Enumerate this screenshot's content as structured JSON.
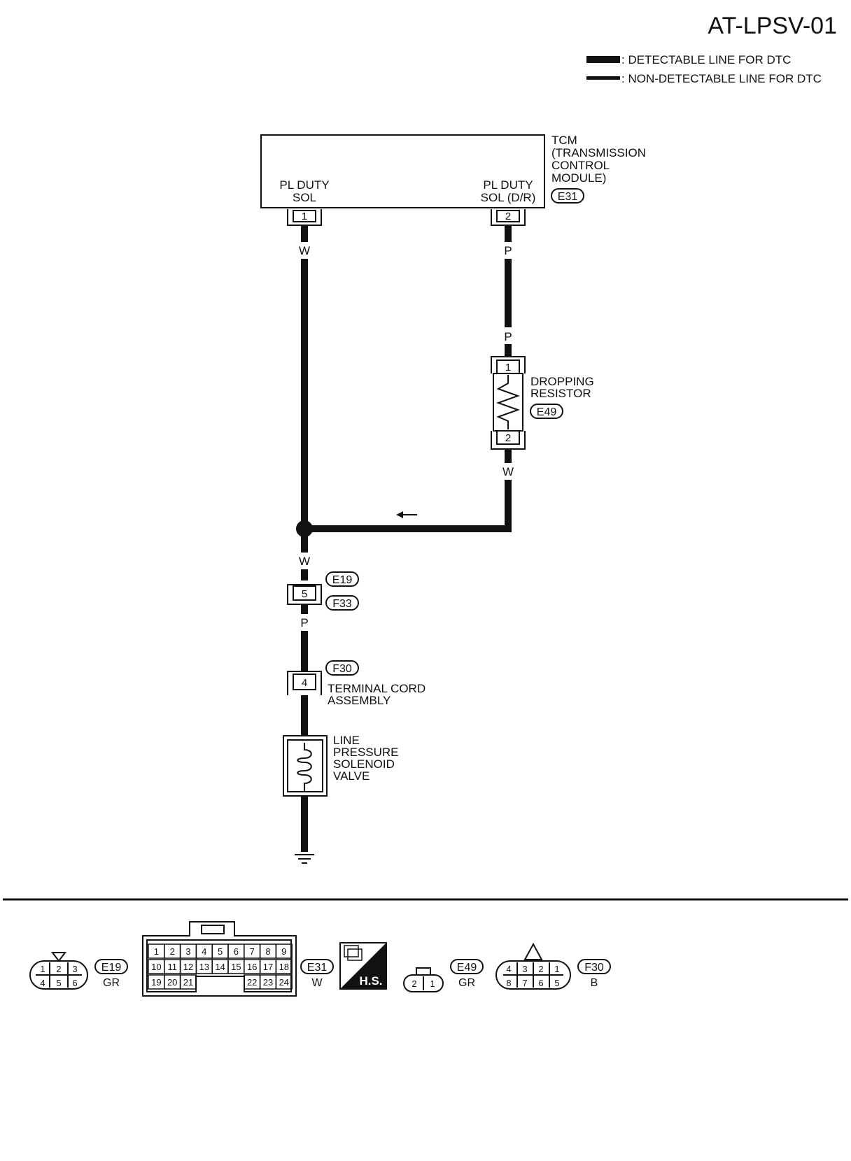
{
  "header": {
    "diagram_id": "AT-LPSV-01"
  },
  "legend": {
    "detectable": ": DETECTABLE LINE FOR DTC",
    "non_detectable": ": NON-DETECTABLE LINE FOR DTC"
  },
  "tcm": {
    "title_lines": [
      "TCM",
      "(TRANSMISSION",
      "CONTROL",
      "MODULE)"
    ],
    "connector": "E31",
    "left_terminal": {
      "label_lines": [
        "PL DUTY",
        "SOL"
      ],
      "pin": "1",
      "wire_color": "W"
    },
    "right_terminal": {
      "label_lines": [
        "PL DUTY",
        "SOL (D/R)"
      ],
      "pin": "2",
      "wire_color": "P"
    }
  },
  "dropping_resistor": {
    "label_lines": [
      "DROPPING",
      "RESISTOR"
    ],
    "connector": "E49",
    "pin_top": "1",
    "pin_bottom": "2",
    "wire_in_color": "P",
    "wire_out_color": "W"
  },
  "junction": {
    "wire_below_color": "W"
  },
  "connector_e19_f33": {
    "connector_top": "E19",
    "connector_bottom": "F33",
    "pin": "5",
    "wire_below_color": "P"
  },
  "terminal_cord": {
    "connector": "F30",
    "pin": "4",
    "label_lines": [
      "TERMINAL CORD",
      "ASSEMBLY"
    ]
  },
  "solenoid": {
    "label_lines": [
      "LINE",
      "PRESSURE",
      "SOLENOID",
      "VALVE"
    ]
  },
  "connector_views": {
    "e19": {
      "id": "E19",
      "color": "GR",
      "pins_top": [
        "1",
        "2",
        "3"
      ],
      "pins_bottom": [
        "4",
        "5",
        "6"
      ]
    },
    "e31": {
      "id": "E31",
      "color": "W",
      "row1": [
        "1",
        "2",
        "3",
        "4",
        "5",
        "6",
        "7",
        "8",
        "9"
      ],
      "row2": [
        "10",
        "11",
        "12",
        "13",
        "14",
        "15",
        "16",
        "17",
        "18"
      ],
      "row3_left": [
        "19",
        "20",
        "21"
      ],
      "row3_right": [
        "22",
        "23",
        "24"
      ]
    },
    "hs": {
      "label": "H.S."
    },
    "e49": {
      "id": "E49",
      "color": "GR",
      "pins": [
        "2",
        "1"
      ]
    },
    "f30": {
      "id": "F30",
      "color": "B",
      "pins_top": [
        "4",
        "3",
        "2",
        "1"
      ],
      "pins_bottom": [
        "8",
        "7",
        "6",
        "5"
      ]
    }
  }
}
